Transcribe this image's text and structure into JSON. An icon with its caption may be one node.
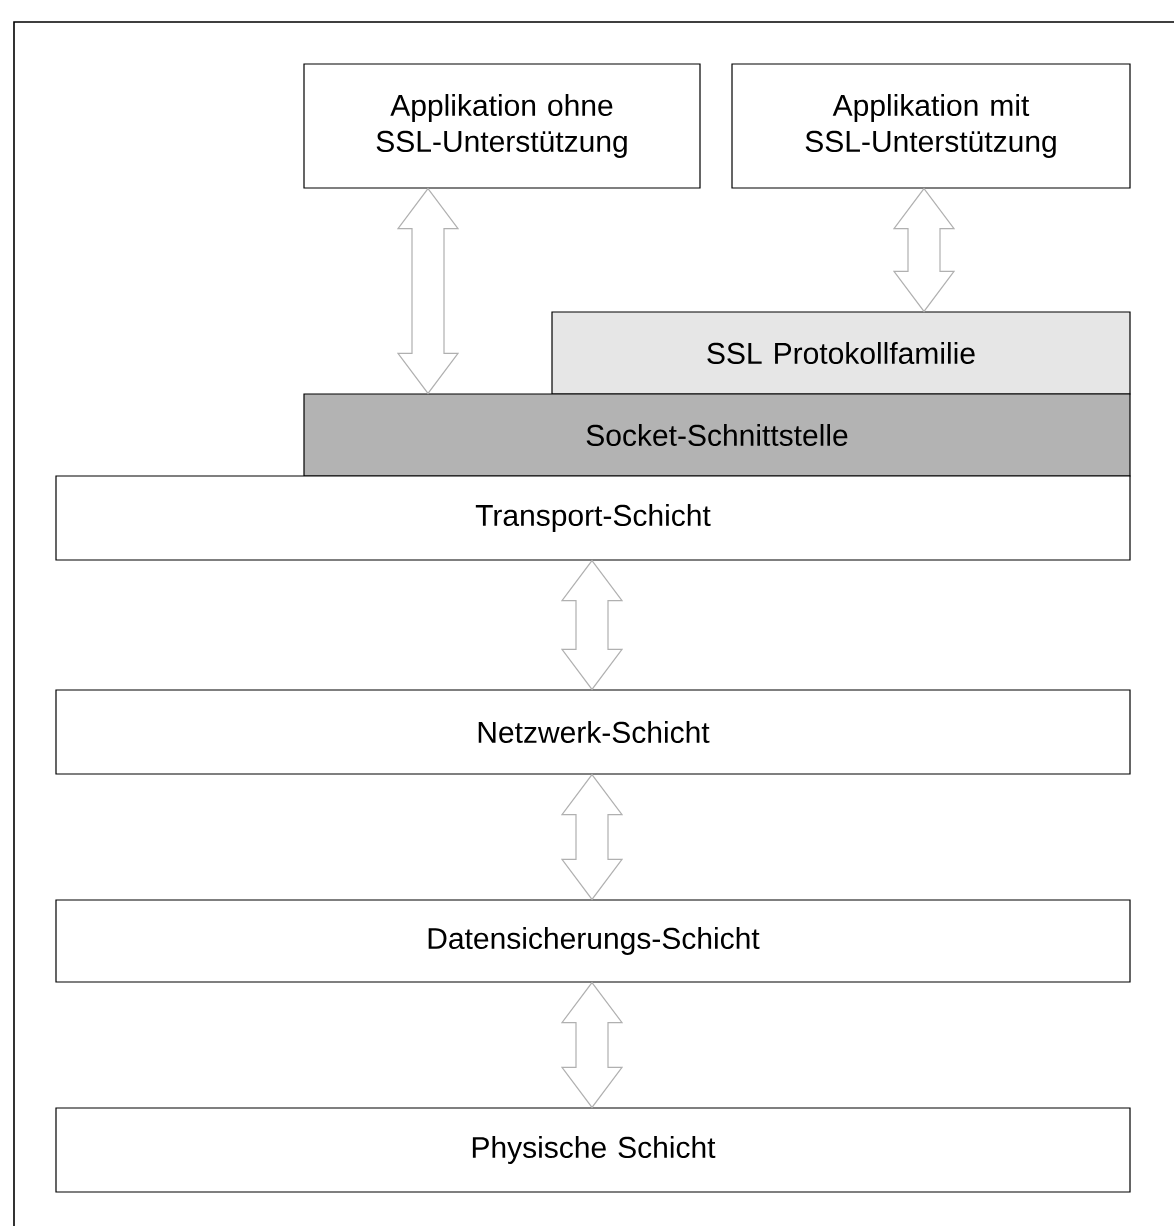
{
  "diagram": {
    "nodes": [
      {
        "text": [
          "Applikation ohne SSL-Unterstützung"
        ]
      },
      {
        "text": [
          "Applikation mit SSL-Unterstützung"
        ]
      },
      {
        "text": [
          "SSL Protokollfamilie"
        ]
      },
      {
        "text": [
          "Socket-Schnittstelle"
        ]
      },
      {
        "text": [
          "Transport-Schicht"
        ]
      },
      {
        "text": [
          "Netzwerk-Schicht"
        ]
      },
      {
        "text": [
          "Datensicherungs-Schicht"
        ]
      },
      {
        "text": [
          "Physische Schicht"
        ]
      }
    ],
    "edges": [
      {
        "from": 0,
        "to": 3,
        "arrow": "both"
      },
      {
        "from": 1,
        "to": 2,
        "arrow": "both"
      },
      {
        "from": 4,
        "to": 5,
        "arrow": "both"
      },
      {
        "from": 5,
        "to": 6,
        "arrow": "both"
      },
      {
        "from": 6,
        "to": 7,
        "arrow": "both"
      }
    ]
  }
}
